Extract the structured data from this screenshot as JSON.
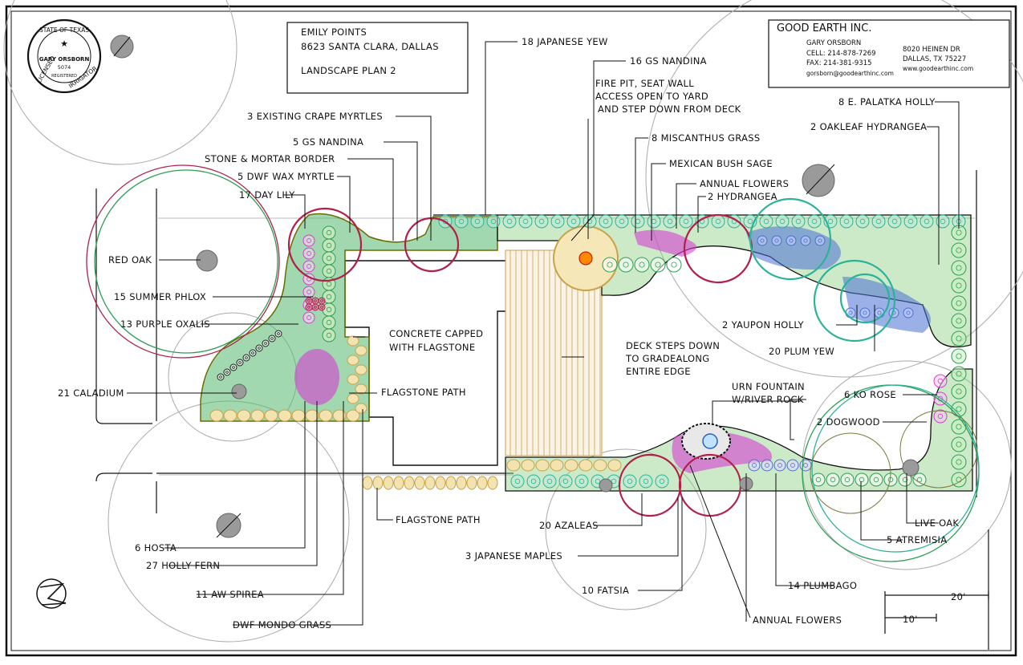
{
  "title_block": {
    "client": "EMILY POINTS",
    "address": "8623 SANTA CLARA, DALLAS",
    "plan": "LANDSCAPE PLAN 2"
  },
  "company": {
    "name": "GOOD EARTH INC.",
    "person": "GARY ORSBORN",
    "cell": "CELL: 214-878-7269",
    "fax": "FAX: 214-381-9315",
    "email": "gorsborn@goodearthinc.com",
    "street": "8020 HEINEN DR",
    "city": "DALLAS, TX 75227",
    "web": "www.goodearthinc.com"
  },
  "seal": {
    "top": "STATE OF TEXAS",
    "name": "GARY ORSBORN",
    "number": "5074",
    "registered": "REGISTERED",
    "left": "LICENSED",
    "right": "IRRIGATOR"
  },
  "labels": {
    "japanese_yew": "18 JAPANESE YEW",
    "gs_nandina_16": "16 GS NANDINA",
    "fire_pit_1": "FIRE PIT, SEAT WALL",
    "fire_pit_2": "ACCESS OPEN TO YARD",
    "fire_pit_3": "AND STEP DOWN FROM DECK",
    "crape_myrtles": "3 EXISTING CRAPE MYRTLES",
    "gs_nandina_5": "5 GS NANDINA",
    "stone_border": "STONE & MORTAR BORDER",
    "wax_myrtle": "5 DWF WAX MYRTLE",
    "day_lily": "17 DAY LILY",
    "red_oak": "RED OAK",
    "summer_phlox": "15 SUMMER PHLOX",
    "purple_oxalis": "13 PURPLE OXALIS",
    "caladium": "21 CALADIUM",
    "concrete_1": "CONCRETE CAPPED",
    "concrete_2": "WITH FLAGSTONE",
    "flagstone_path_1": "FLAGSTONE PATH",
    "flagstone_path_2": "FLAGSTONE PATH",
    "deck_1": "DECK STEPS DOWN",
    "deck_2": "TO GRADEALONG",
    "deck_3": "ENTIRE EDGE",
    "miscanthus": "8 MISCANTHUS GRASS",
    "bush_sage": "MEXICAN BUSH SAGE",
    "annual_flowers_top": "ANNUAL FLOWERS",
    "hydrangea": "2 HYDRANGEA",
    "palatka_holly": "8 E. PALATKA HOLLY",
    "oakleaf": "2 OAKLEAF HYDRANGEA",
    "yaupon": "2 YAUPON HOLLY",
    "plum_yew": "20 PLUM YEW",
    "urn_1": "URN FOUNTAIN",
    "urn_2": "W/RIVER ROCK",
    "ko_rose": "6 KO ROSE",
    "dogwood": "2 DOGWOOD",
    "live_oak": "LIVE OAK",
    "atremisia": "5 ATREMISIA",
    "plumbago": "14 PLUMBAGO",
    "annual_flowers_bottom": "ANNUAL FLOWERS",
    "fatsia": "10 FATSIA",
    "japanese_maples": "3 JAPANESE MAPLES",
    "azaleas": "20 AZALEAS",
    "hosta": "6 HOSTA",
    "holly_fern": "27 HOLLY FERN",
    "spirea": "11 AW SPIREA",
    "mondo": "DWF MONDO GRASS"
  },
  "scale": {
    "big": "20'",
    "small": "10'"
  },
  "colors": {
    "ink": "#111111",
    "lawn": "#2e9e55",
    "pink": "#d43fd0",
    "blue": "#4a6fd6",
    "teal": "#2bb39a",
    "tan": "#c9a24a",
    "maroon": "#b0204a",
    "grey": "#9a9a9a"
  }
}
